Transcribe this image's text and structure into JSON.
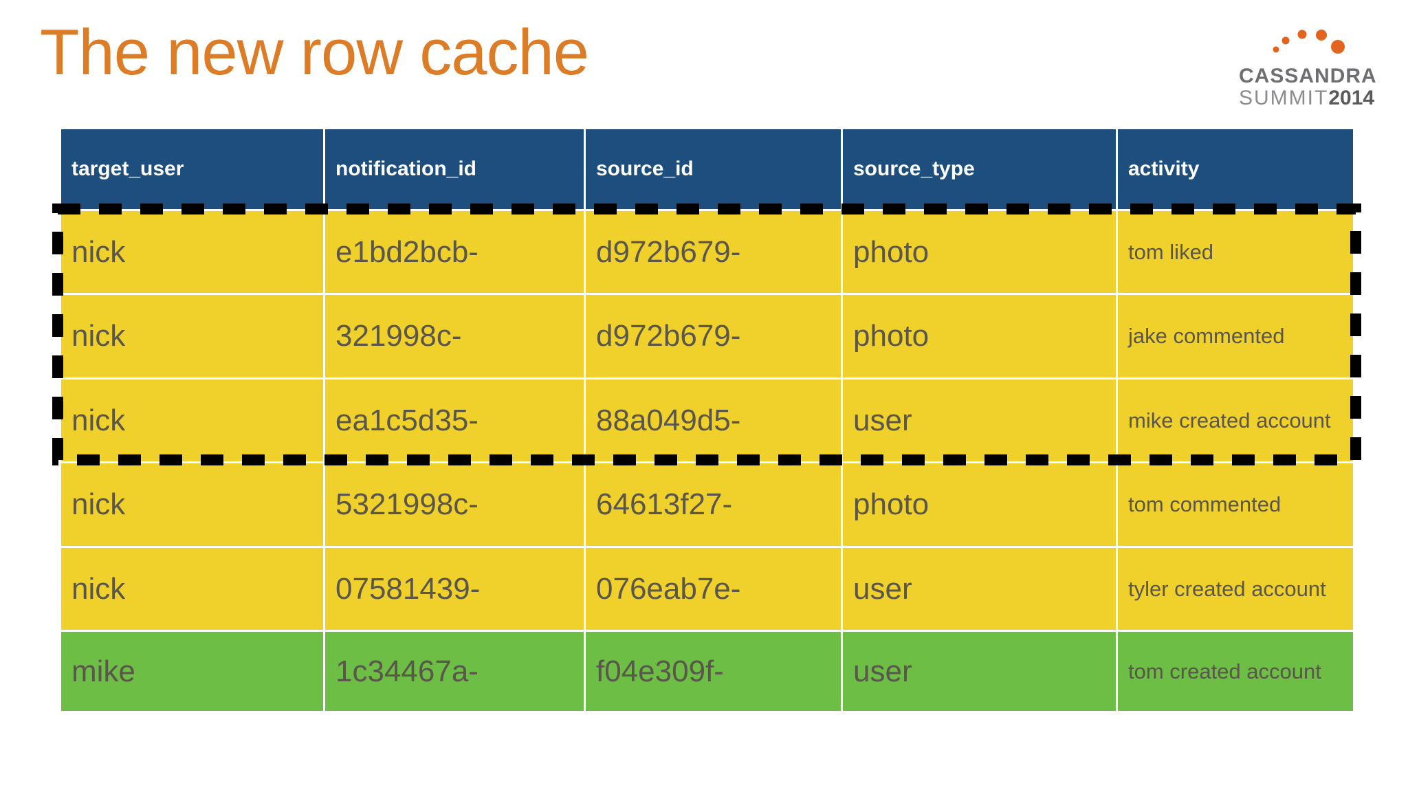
{
  "slide": {
    "title": "The new row cache"
  },
  "logo": {
    "line1": "CASSANDRA",
    "line2_light": "SUMMIT",
    "line2_bold": "2014",
    "dots_icon": "arc-of-five-orange-dots"
  },
  "table": {
    "columns": [
      "target_user",
      "notification_id",
      "source_id",
      "source_type",
      "activity"
    ],
    "rows": [
      {
        "cells": [
          "nick",
          "e1bd2bcb-",
          "d972b679-",
          "photo",
          "tom liked"
        ],
        "color": "yellow",
        "cached": true
      },
      {
        "cells": [
          "nick",
          "321998c-",
          "d972b679-",
          "photo",
          "jake commented"
        ],
        "color": "yellow",
        "cached": true
      },
      {
        "cells": [
          "nick",
          "ea1c5d35-",
          "88a049d5-",
          "user",
          "mike created account"
        ],
        "color": "yellow",
        "cached": true
      },
      {
        "cells": [
          "nick",
          "5321998c-",
          "64613f27-",
          "photo",
          "tom commented"
        ],
        "color": "yellow",
        "cached": false
      },
      {
        "cells": [
          "nick",
          "07581439-",
          "076eab7e-",
          "user",
          "tyler created account"
        ],
        "color": "yellow",
        "cached": false
      },
      {
        "cells": [
          "mike",
          "1c34467a-",
          "f04e309f-",
          "user",
          "tom created account"
        ],
        "color": "green",
        "cached": false
      }
    ]
  },
  "colors": {
    "header_blue": "#1d4e7e",
    "row_yellow": "#f0d02b",
    "row_green": "#6cbe45",
    "title_orange": "#dd7c26",
    "logo_dot_orange": "#e3641f",
    "cell_text": "#5a564c",
    "header_text": "#ffffff",
    "highlight_border": "#000000",
    "logo_gray_dark": "#6d6e71",
    "logo_gray_light": "#8a8b8e",
    "logo_gray_2014": "#58595b"
  }
}
